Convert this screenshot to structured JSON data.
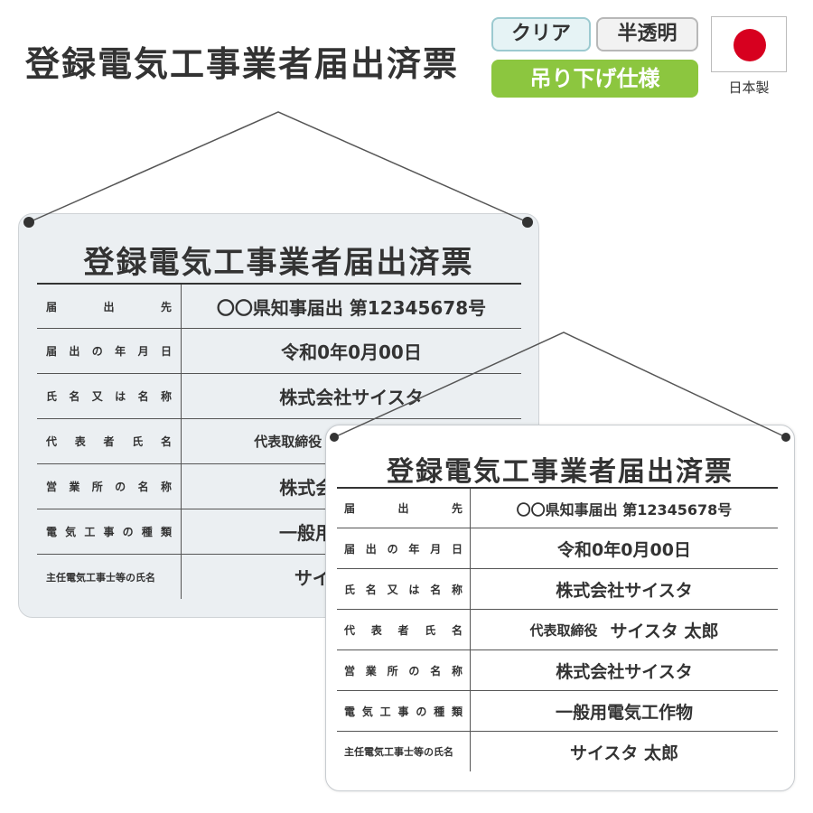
{
  "header": {
    "title": "登録電気工事業者届出済票",
    "tags": {
      "clear": "クリア",
      "translucent": "半透明",
      "hanging": "吊り下げ仕様"
    },
    "made_in": "日本製"
  },
  "plate": {
    "title": "登録電気工事業者届出済票",
    "rows": [
      {
        "label": "届出先",
        "value": "〇〇県知事届出 第12345678号"
      },
      {
        "label": "届出の年月日",
        "value": "令和0年0月00日"
      },
      {
        "label": "氏名又は名称",
        "value": "株式会社サイスタ"
      },
      {
        "label": "代表者氏名",
        "prefix": "代表取締役",
        "value": "サイスタ 太郎"
      },
      {
        "label": "営業所の名称",
        "value": "株式会社サイスタ"
      },
      {
        "label": "電気工事の種類",
        "value": "一般用電気工作物"
      },
      {
        "label": "主任電気工事士等の氏名",
        "value": "サイスタ 太郎"
      }
    ]
  },
  "colors": {
    "accent_green": "#8cc63f",
    "flag_red": "#d7001f",
    "clear_border": "#9ccad0"
  },
  "icons": {
    "flag": "japan-flag-icon"
  }
}
